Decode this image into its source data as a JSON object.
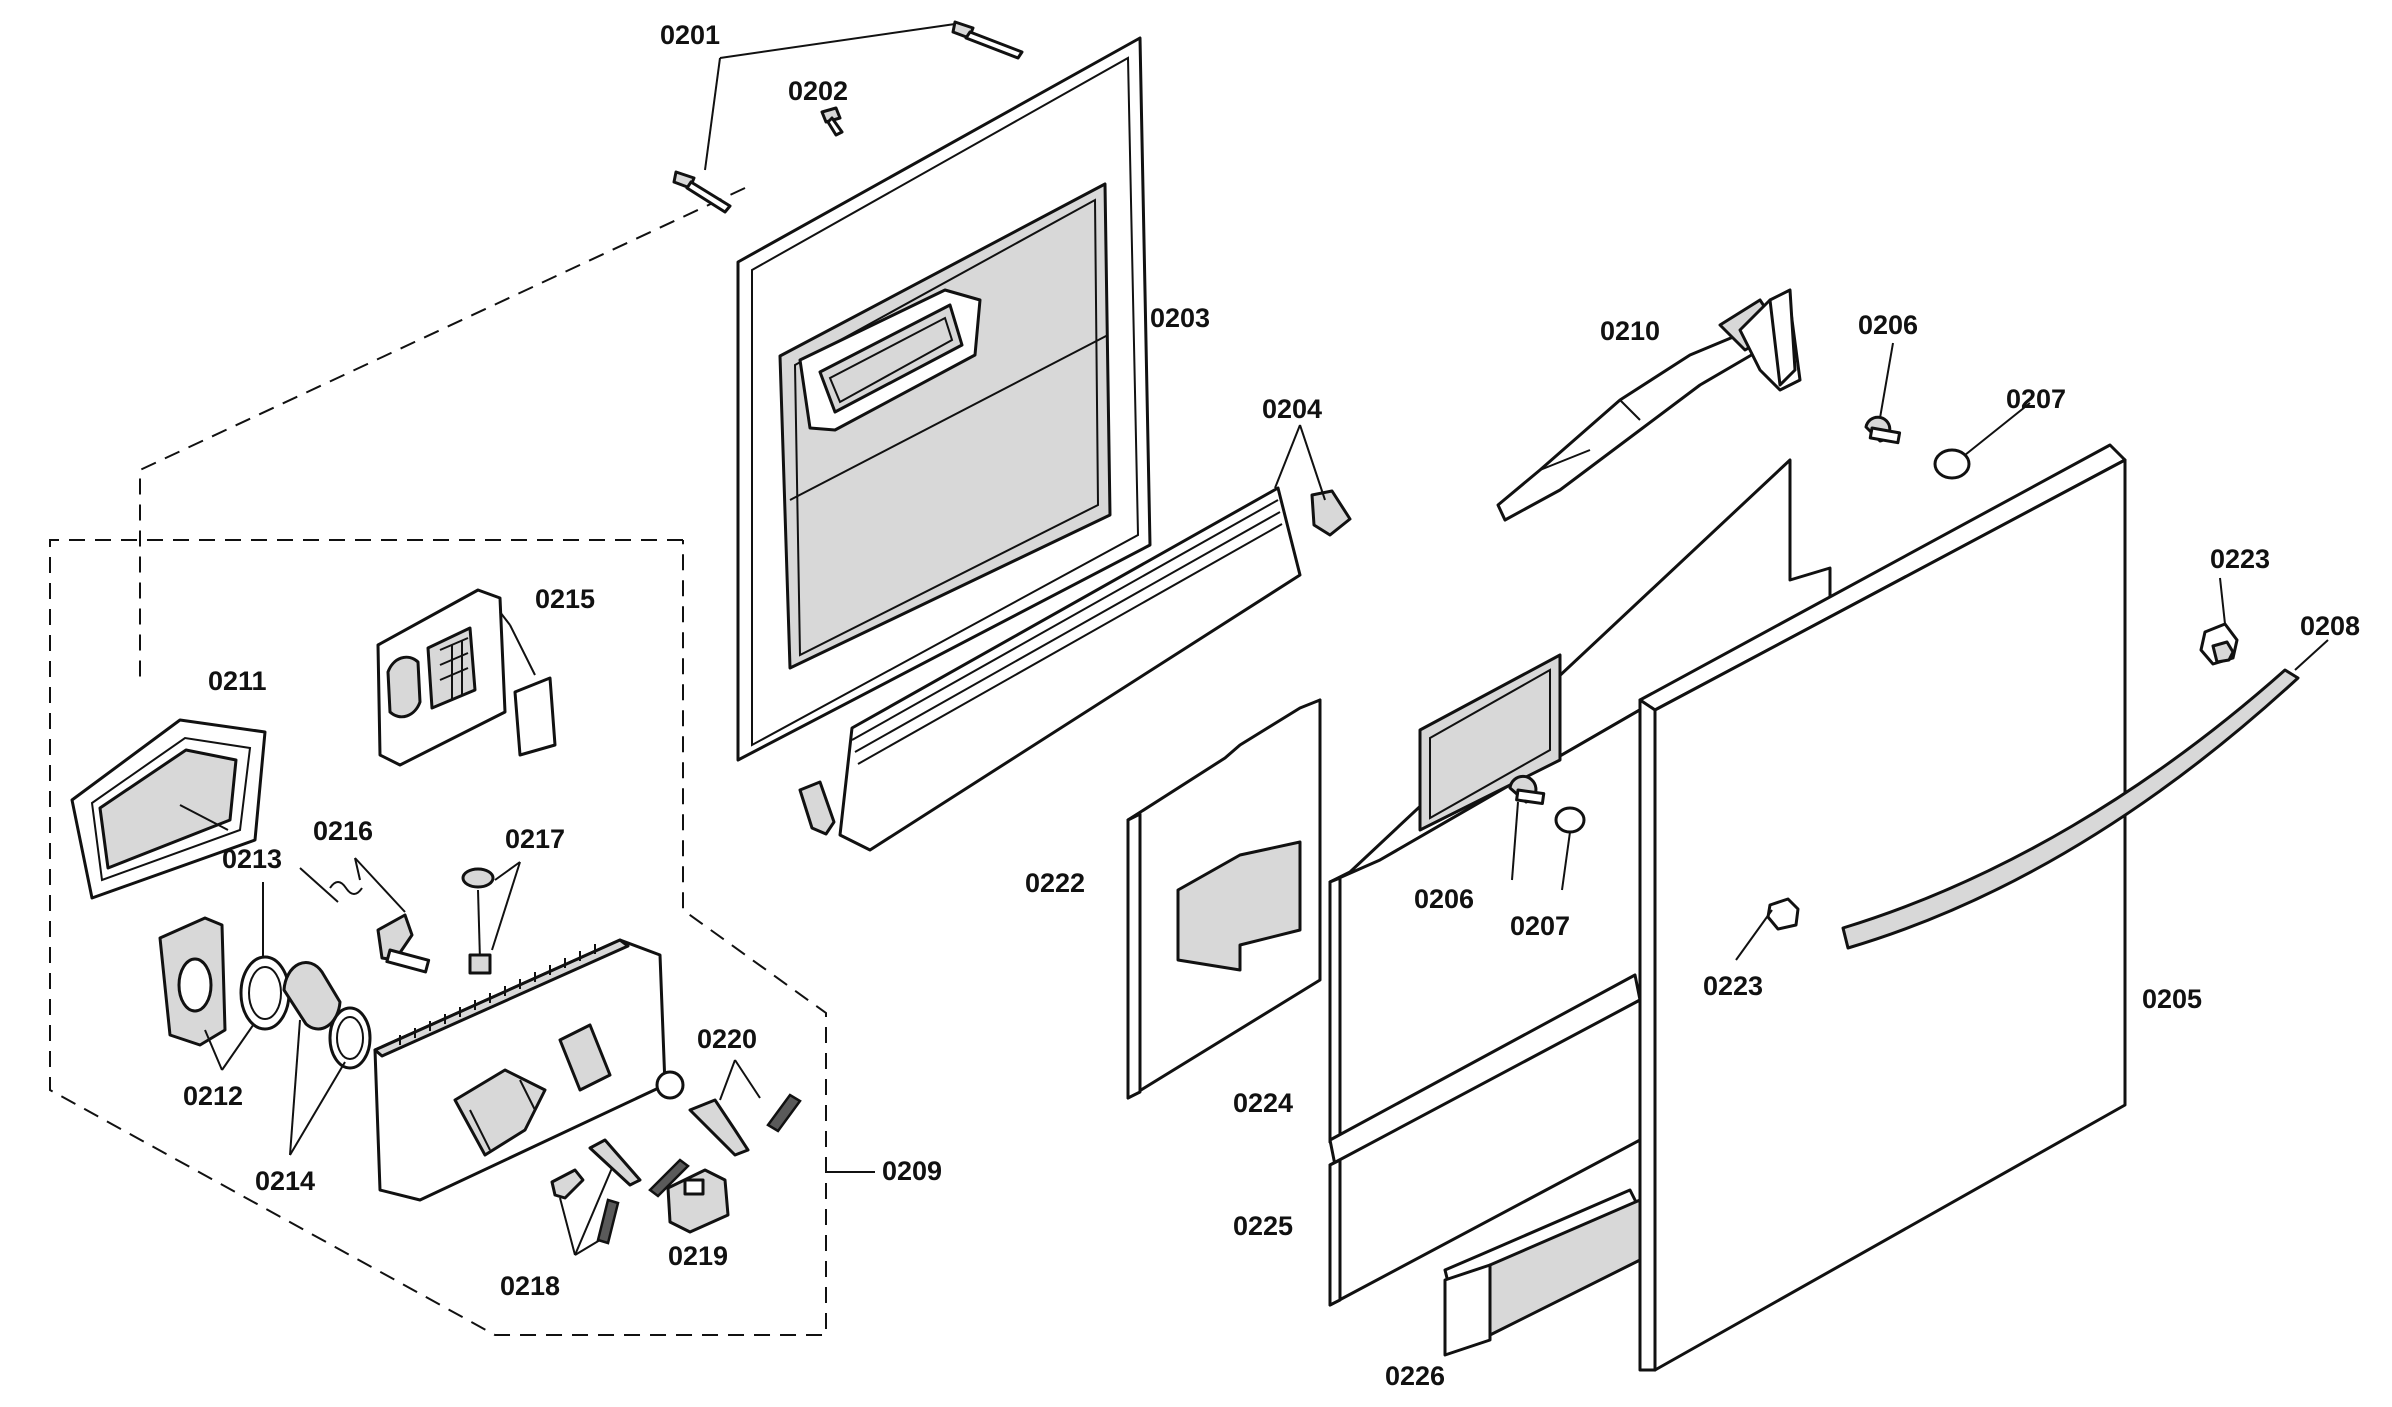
{
  "labels": {
    "p0201": "0201",
    "p0202": "0202",
    "p0203": "0203",
    "p0204": "0204",
    "p0205": "0205",
    "p0206a": "0206",
    "p0206b": "0206",
    "p0207a": "0207",
    "p0207b": "0207",
    "p0208": "0208",
    "p0209": "0209",
    "p0210": "0210",
    "p0211": "0211",
    "p0212": "0212",
    "p0213": "0213",
    "p0214": "0214",
    "p0215": "0215",
    "p0216": "0216",
    "p0217": "0217",
    "p0218": "0218",
    "p0219": "0219",
    "p0220": "0220",
    "p0222": "0222",
    "p0223a": "0223",
    "p0223b": "0223",
    "p0224": "0224",
    "p0225": "0225",
    "p0226": "0226"
  }
}
